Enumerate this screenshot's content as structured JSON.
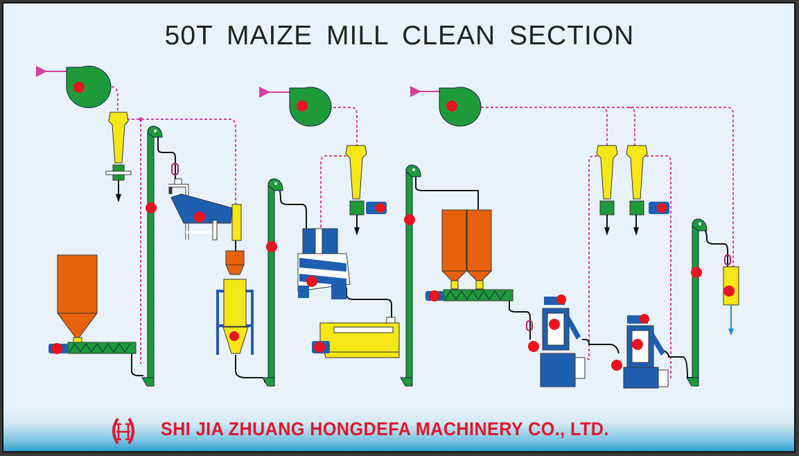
{
  "title": "50T MAIZE  MILL  CLEAN  SECTION",
  "footer": {
    "company": "SHI JIA ZHUANG HONGDEFA MACHINERY CO., LTD.",
    "logo_letter": "H"
  },
  "colors": {
    "background": "#e9f2fa",
    "elevator": "#1f9a3a",
    "motor": "#e8141e",
    "bin": "#e8620e",
    "cyclone": "#f5e617",
    "machine": "#1f5fb0",
    "air_duct": "#d6409a",
    "company_text": "#e2142c"
  }
}
